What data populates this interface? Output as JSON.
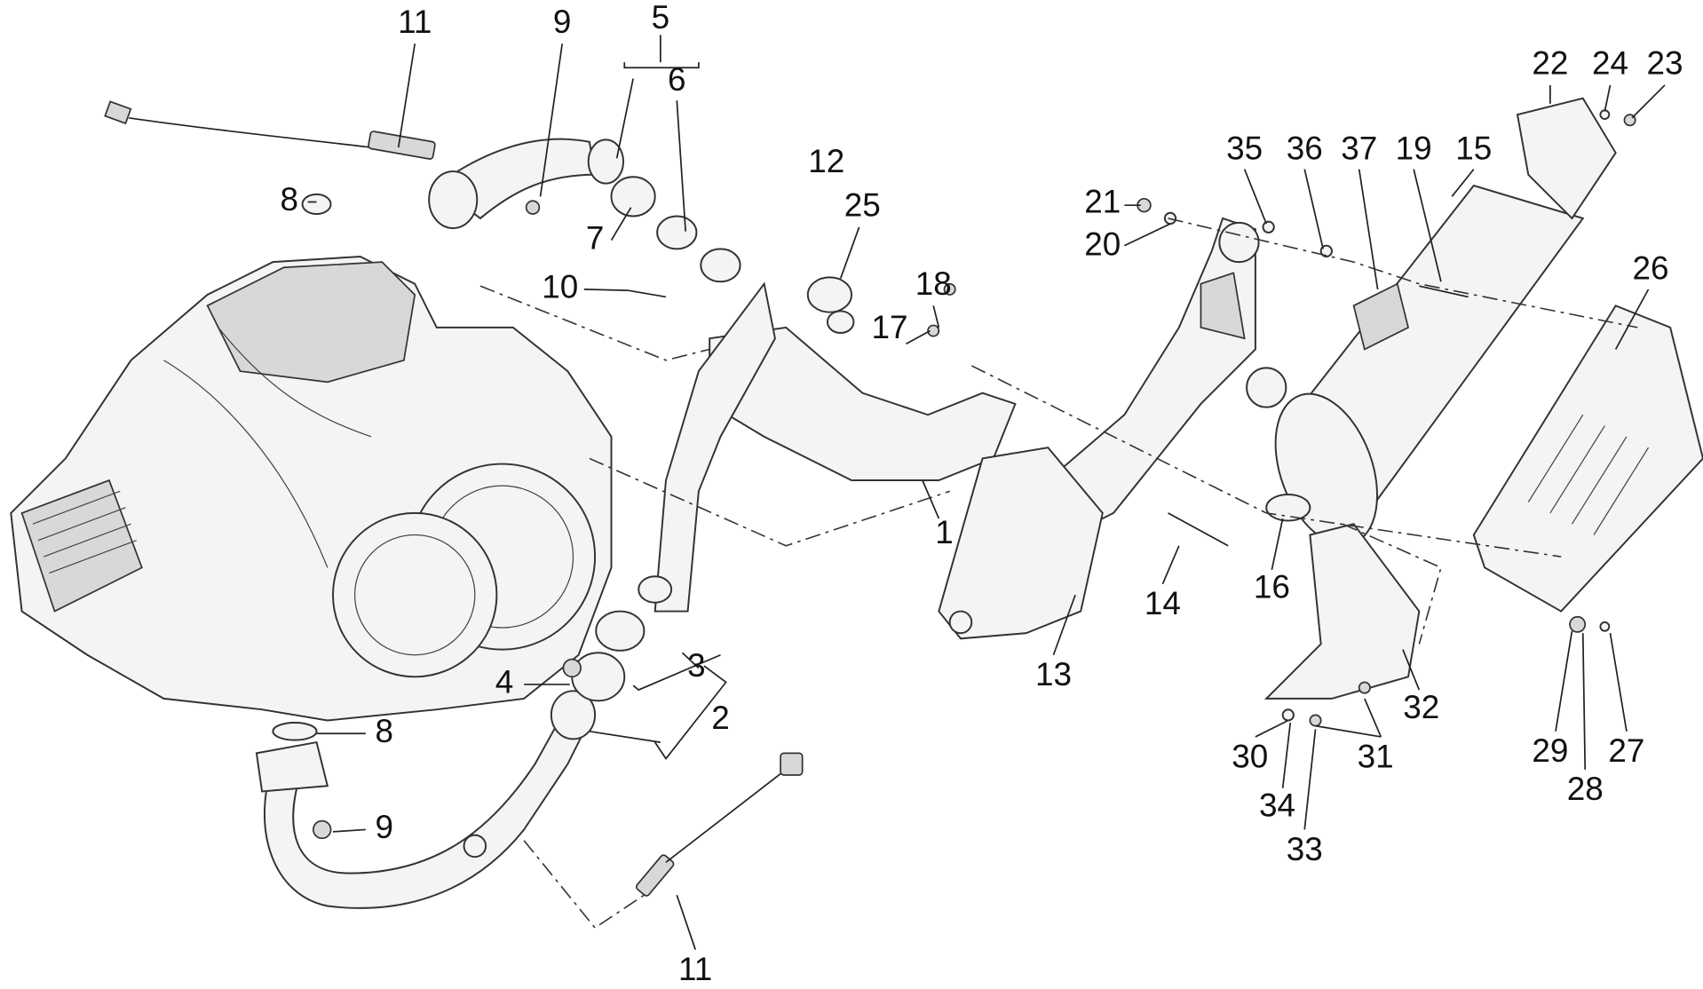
{
  "diagram": {
    "title": "Exhaust system exploded view",
    "labels": {
      "l11a": "11",
      "l9a": "9",
      "l5": "5",
      "l6": "6",
      "l8a": "8",
      "l7": "7",
      "l10": "10",
      "l12": "12",
      "l25": "25",
      "l18": "18",
      "l17": "17",
      "l21": "21",
      "l20": "20",
      "l35": "35",
      "l36": "36",
      "l37": "37",
      "l19": "19",
      "l15": "15",
      "l22": "22",
      "l24": "24",
      "l23": "23",
      "l26": "26",
      "l1": "1",
      "l14": "14",
      "l16": "16",
      "l13": "13",
      "l3": "3",
      "l4": "4",
      "l2": "2",
      "l8b": "8",
      "l9b": "9",
      "l32": "32",
      "l30": "30",
      "l31": "31",
      "l34": "34",
      "l33": "33",
      "l29": "29",
      "l28": "28",
      "l27": "27",
      "l11b": "11"
    }
  }
}
